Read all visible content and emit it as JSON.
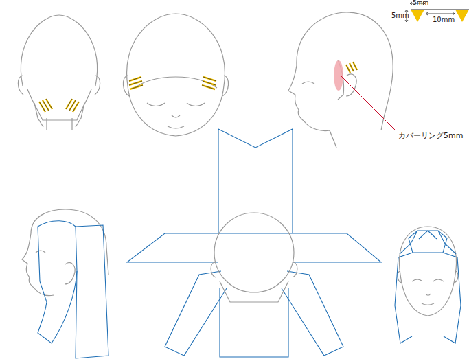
{
  "diagram": {
    "labels": [
      "5mm",
      "5mm",
      "10mm",
      "カバーリング5mm"
    ]
  }
}
